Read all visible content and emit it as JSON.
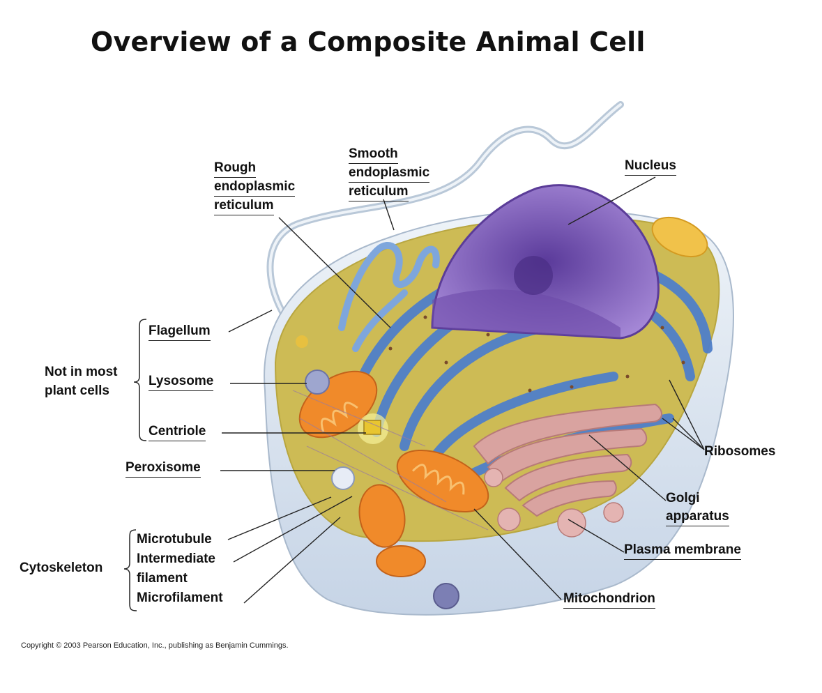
{
  "title": "Overview of a Composite Animal Cell",
  "labels": {
    "rough_er": [
      "Rough",
      "endoplasmic",
      "reticulum"
    ],
    "smooth_er": [
      "Smooth",
      "endoplasmic",
      "reticulum"
    ],
    "nucleus": "Nucleus",
    "flagellum": "Flagellum",
    "lysosome": "Lysosome",
    "centriole": "Centriole",
    "peroxisome": "Peroxisome",
    "microtubule": "Microtubule",
    "intermediate_filament": [
      "Intermediate",
      "filament"
    ],
    "microfilament": "Microfilament",
    "ribosomes": "Ribosomes",
    "golgi": [
      "Golgi",
      "apparatus"
    ],
    "plasma_membrane": "Plasma membrane",
    "mitochondrion": "Mitochondrion"
  },
  "groups": {
    "not_in_plants": [
      "Not in most",
      "plant cells"
    ],
    "cytoskeleton": "Cytoskeleton"
  },
  "copyright": "Copyright © 2003 Pearson Education, Inc., publishing as Benjamin Cummings.",
  "colors": {
    "membrane": "#dfe8f2",
    "cytoplasm": "#c9b54a",
    "er": "#4f7fc9",
    "nucleus": "#7b58b3",
    "golgi": "#d9a3a0",
    "mitochondria": "#f08a2a"
  }
}
